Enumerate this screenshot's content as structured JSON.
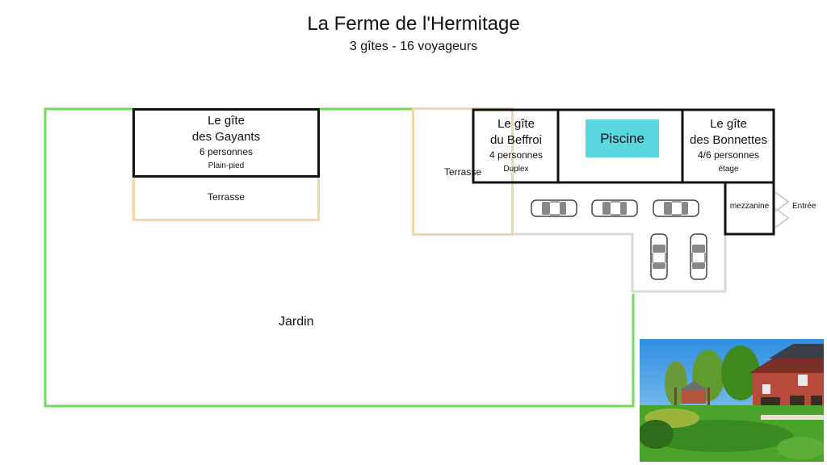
{
  "header": {
    "title": "La Ferme de l'Hermitage",
    "subtitle": "3 gîtes - 16 voyageurs"
  },
  "gites": {
    "gayants": {
      "line1": "Le gîte",
      "line2": "des Gayants",
      "capacity": "6 personnes",
      "type": "Plain-pied"
    },
    "beffroi": {
      "line1": "Le gîte",
      "line2": "du Beffroi",
      "capacity": "4 personnes",
      "type": "Duplex"
    },
    "bonnettes": {
      "line1": "Le gîte",
      "line2": "des Bonnettes",
      "capacity": "4/6 personnes",
      "type": "étage"
    }
  },
  "areas": {
    "terrace_left": "Terrasse",
    "terrace_right": "Terrasse",
    "pool": "Piscine",
    "garden": "Jardin",
    "mezzanine": "mezzanine",
    "entrance": "Entrée"
  },
  "colors": {
    "garden": "#6fd95a",
    "terrace": "#f0d7a8",
    "pool": "#5ad8df",
    "building": "#111111",
    "parking": "#d9d9d9"
  },
  "icons": {
    "car": "car-top-view-icon",
    "entrance": "entrance-chevron-icon"
  }
}
